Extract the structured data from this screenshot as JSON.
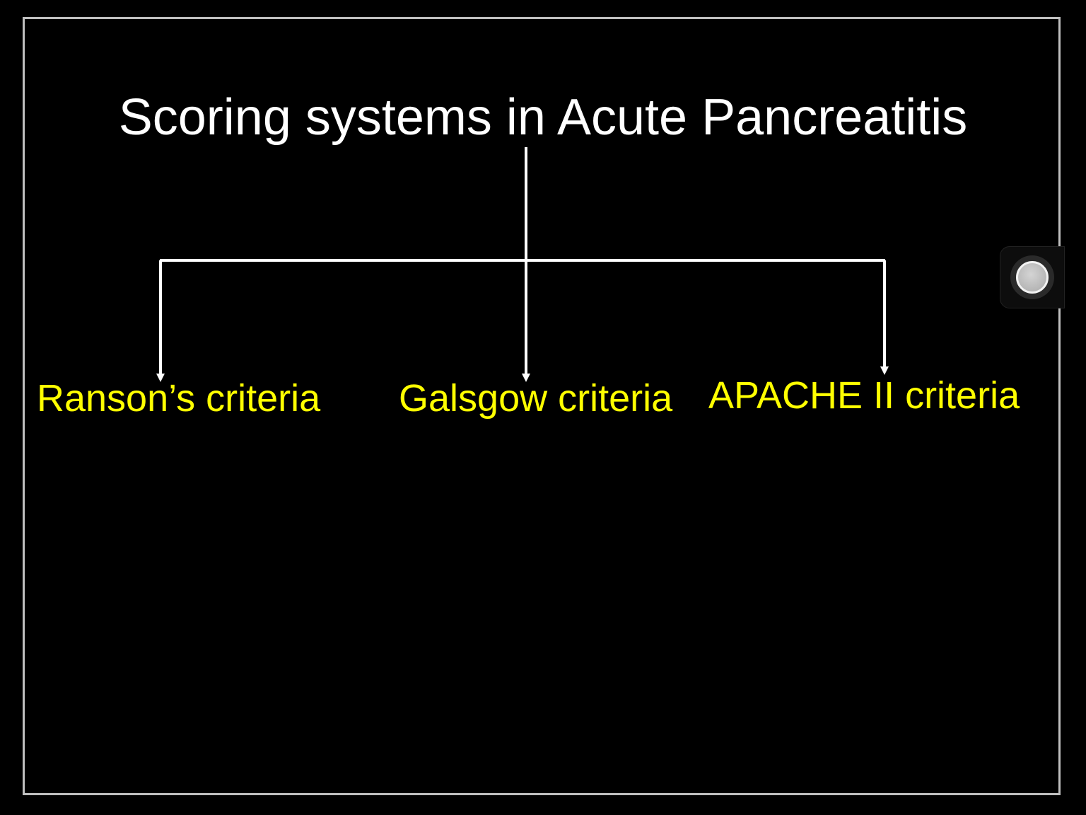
{
  "slide": {
    "title": "Scoring systems in Acute Pancreatitis",
    "nodes": [
      {
        "label": "Ranson’s criteria"
      },
      {
        "label": "Galsgow criteria"
      },
      {
        "label": "APACHE II criteria"
      }
    ]
  },
  "colors": {
    "background": "#000000",
    "frame_border": "#bfbfbf",
    "title_text": "#ffffff",
    "node_text": "#ffff00",
    "connector": "#ffffff"
  },
  "icons": {
    "floating_control": "circle-button-icon"
  }
}
